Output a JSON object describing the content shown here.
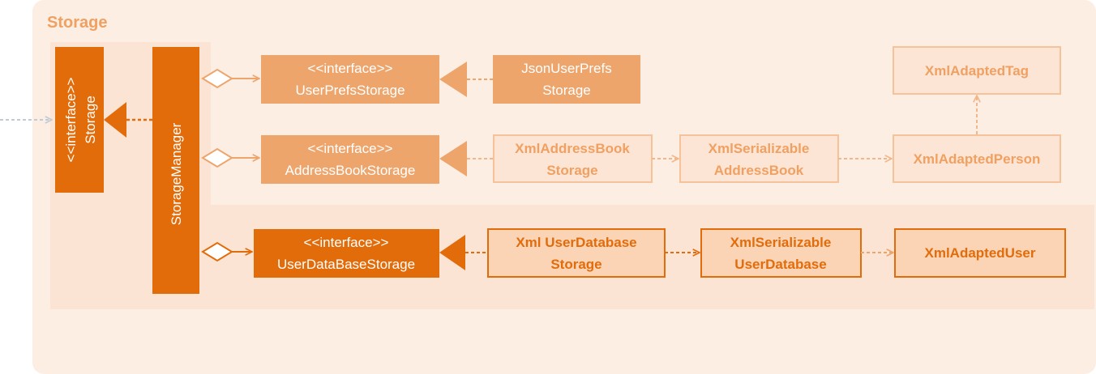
{
  "package": {
    "title": "Storage"
  },
  "colors": {
    "package_bg": "#fdeee4",
    "inner_bg": "#fce4d5",
    "dark_orange": "#e36c0a",
    "medium_orange": "#eda56c",
    "light_orange_fill": "#fde5d5",
    "light_orange_border": "#f6c29a",
    "light_text": "#f0a061",
    "bright_fill": "#fbd3b5",
    "bright_border": "#e36c0a",
    "arrow_dark": "#e36c0a",
    "arrow_light": "#f3b689",
    "external_arrow": "#bfcbd6"
  },
  "boxes": {
    "storage": {
      "line1": "<<interface>>",
      "line2": "Storage"
    },
    "storage_manager": {
      "label": "StorageManager"
    },
    "user_prefs_storage": {
      "line1": "<<interface>>",
      "line2": "UserPrefsStorage"
    },
    "json_user_prefs_storage": {
      "line1": "JsonUserPrefs",
      "line2": "Storage"
    },
    "address_book_storage": {
      "line1": "<<interface>>",
      "line2": "AddressBookStorage"
    },
    "xml_address_book_storage": {
      "line1": "XmlAddressBook",
      "line2": "Storage"
    },
    "xml_serializable_address_book": {
      "line1": "XmlSerializable",
      "line2": "AddressBook"
    },
    "xml_adapted_person": {
      "label": "XmlAdaptedPerson"
    },
    "xml_adapted_tag": {
      "label": "XmlAdaptedTag"
    },
    "user_database_storage": {
      "line1": "<<interface>>",
      "line2": "UserDataBaseStorage"
    },
    "xml_user_database_storage": {
      "line1": "Xml UserDatabase",
      "line2": "Storage"
    },
    "xml_serializable_user_database": {
      "line1": "XmlSerializable",
      "line2": "UserDatabase"
    },
    "xml_adapted_user": {
      "label": "XmlAdaptedUser"
    }
  }
}
